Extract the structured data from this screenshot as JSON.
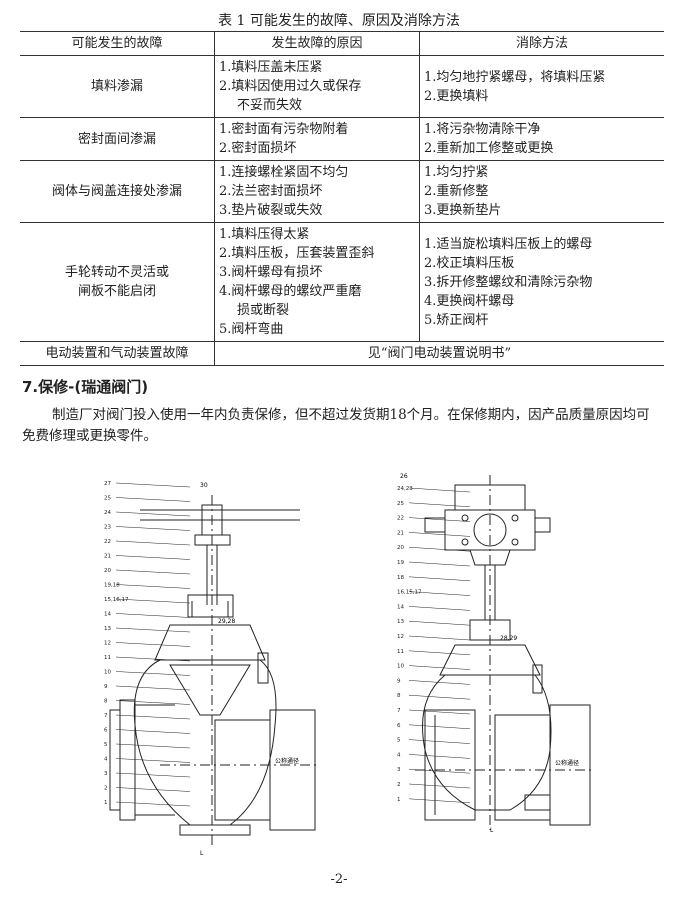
{
  "table": {
    "caption": "表 1    可能发生的故障、原因及消除方法",
    "headers": [
      "可能发生的故障",
      "发生故障的原因",
      "消除方法"
    ],
    "rows": [
      {
        "fault": [
          "填料渗漏"
        ],
        "causes": [
          "1.填料压盖未压紧",
          "2.填料因使用过久或保存",
          "不妥而失效"
        ],
        "remedies": [
          "1.均匀地拧紧螺母，将填料压紧",
          "2.更换填料"
        ]
      },
      {
        "fault": [
          "密封面间渗漏"
        ],
        "causes": [
          "1.密封面有污杂物附着",
          "2.密封面损坏"
        ],
        "remedies": [
          "1.将污杂物清除干净",
          "2.重新加工修整或更换"
        ]
      },
      {
        "fault": [
          "阀体与阀盖连接处渗漏"
        ],
        "causes": [
          "1.连接螺栓紧固不均匀",
          "2.法兰密封面损坏",
          "3.垫片破裂或失效"
        ],
        "remedies": [
          "1.均匀拧紧",
          "2.重新修整",
          "3.更换新垫片"
        ]
      },
      {
        "fault": [
          "手轮转动不灵活或",
          "闸板不能启闭"
        ],
        "causes": [
          "1.填料压得太紧",
          "2.填料压板，压套装置歪斜",
          "3.阀杆螺母有损坏",
          "4.阀杆螺母的螺纹严重磨",
          "损或断裂",
          "5.阀杆弯曲"
        ],
        "remedies": [
          "1.适当旋松填料压板上的螺母",
          "2.校正填料压板",
          "3.拆开修整螺纹和清除污杂物",
          "4.更换阀杆螺母",
          "5.矫正阀杆"
        ]
      }
    ],
    "last_row": {
      "fault": "电动装置和气动装置故障",
      "remedy": "见“阀门电动装置说明书”"
    }
  },
  "section": {
    "title": "7.保修-(瑞通阀门)",
    "paragraph": "制造厂对阀门投入使用一年内负责保修，但不超过发货期18个月。在保修期内，因产品质量原因均可免费修理或更换零件。"
  },
  "figures": {
    "left": {
      "top_label": "30",
      "labels_left": [
        "27",
        "25",
        "24",
        "23",
        "22",
        "21",
        "20",
        "19,18",
        "15,16,17",
        "14",
        "13",
        "12",
        "11",
        "10",
        "9",
        "8",
        "7",
        "6",
        "5",
        "4",
        "3",
        "2",
        "1"
      ],
      "right_label": "29,28",
      "pipe_label": "公称通径",
      "bottom_label": "L"
    },
    "right": {
      "top_label": "26",
      "labels_left": [
        "24,23",
        "25",
        "22",
        "21",
        "20",
        "19",
        "18",
        "16,15,17",
        "14",
        "13",
        "12",
        "11",
        "10",
        "9",
        "8",
        "7",
        "6",
        "5",
        "4",
        "3",
        "2",
        "1"
      ],
      "right_label": "28,29",
      "pipe_label": "公称通径",
      "bottom_label": "L"
    }
  },
  "page_number": "-2-"
}
